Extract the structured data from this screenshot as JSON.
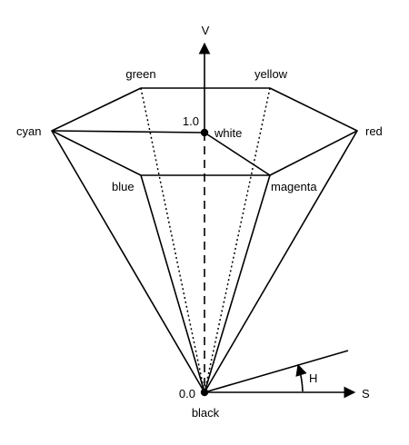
{
  "vertices": {
    "green": "green",
    "yellow": "yellow",
    "cyan": "cyan",
    "red": "red",
    "blue": "blue",
    "magenta": "magenta",
    "white": "white",
    "black": "black"
  },
  "axes": {
    "value": "V",
    "saturation": "S",
    "hue": "H"
  },
  "values": {
    "top": "1.0",
    "bottom": "0.0"
  }
}
